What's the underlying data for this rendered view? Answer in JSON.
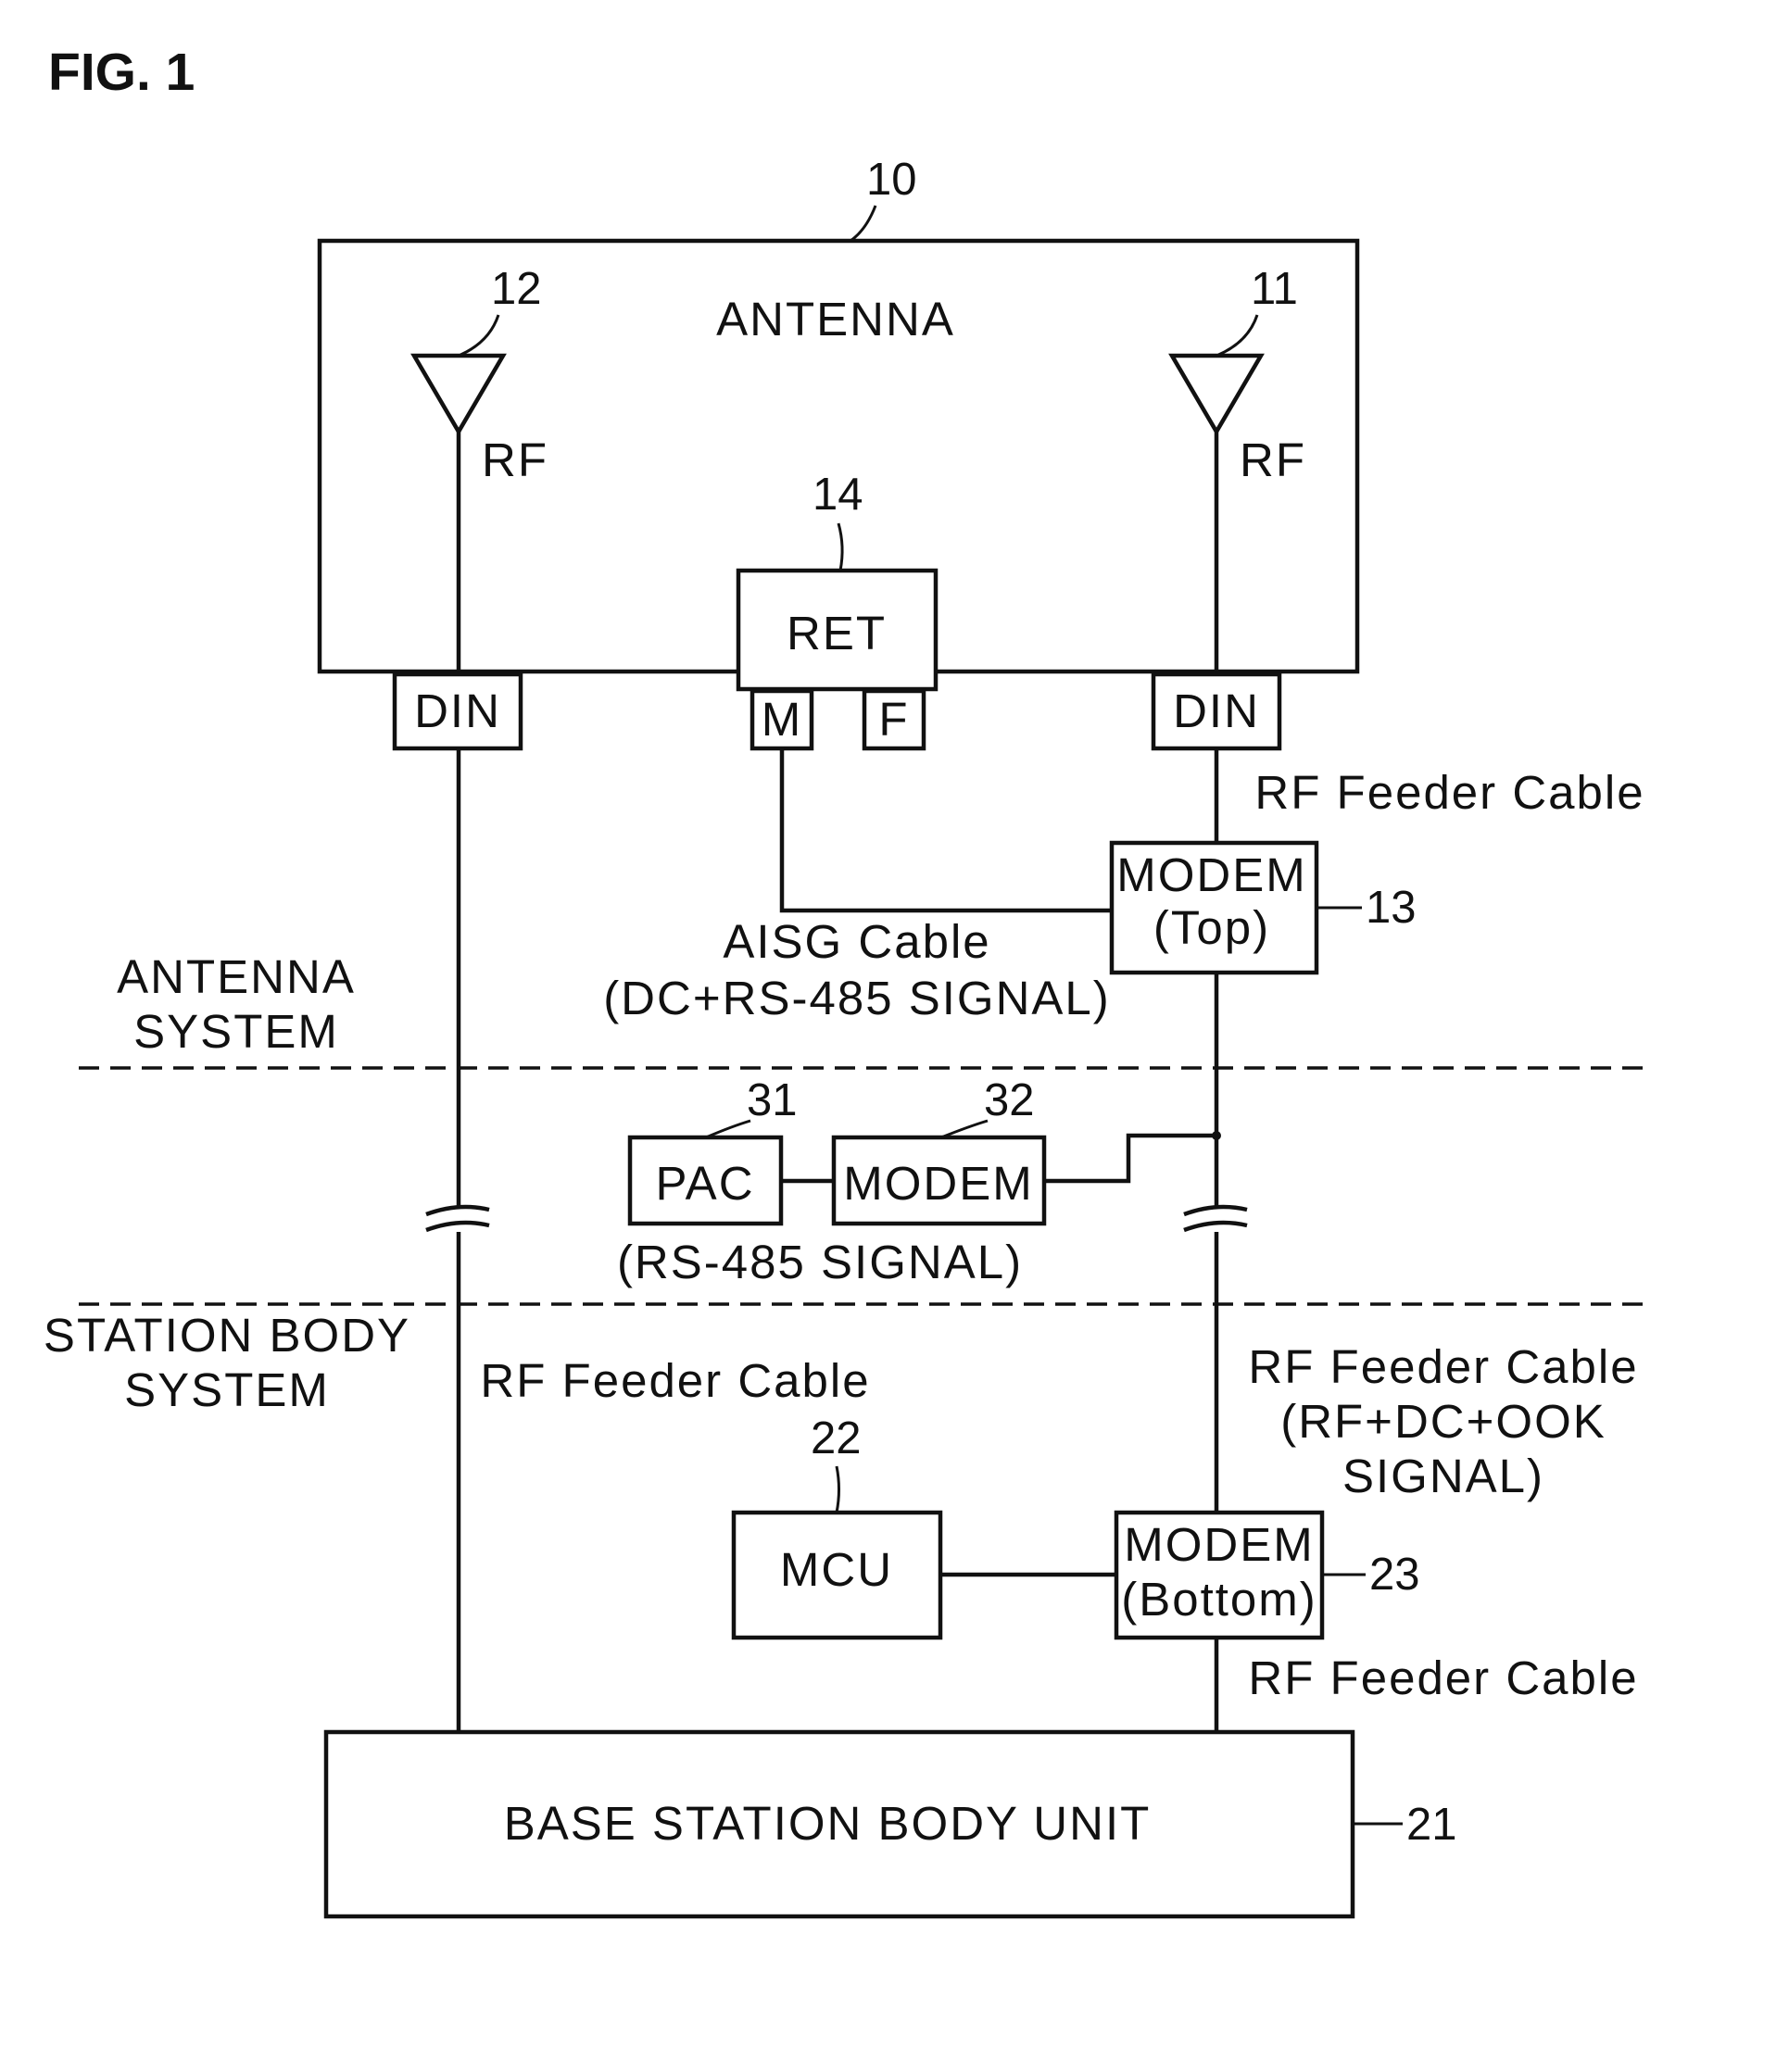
{
  "figure": {
    "title": "FIG. 1"
  },
  "sections": {
    "upper": "ANTENNA\nSYSTEM",
    "lower": "STATION BODY\nSYSTEM"
  },
  "antenna": {
    "ref": "10",
    "label": "ANTENNA",
    "element_left": {
      "ref": "12",
      "label": "RF"
    },
    "element_right": {
      "ref": "11",
      "label": "RF"
    },
    "ret": {
      "ref": "14",
      "label": "RET",
      "port_m": "M",
      "port_f": "F"
    },
    "din_left": "DIN",
    "din_right": "DIN"
  },
  "modem_top": {
    "ref": "13",
    "label": "MODEM\n(Top)"
  },
  "cables": {
    "feeder_top_right": "RF Feeder Cable",
    "aisg": "AISG Cable\n(DC+RS-485 SIGNAL)",
    "rs485": "(RS-485 SIGNAL)",
    "feeder_left": "RF Feeder Cable",
    "feeder_mid_right": "RF Feeder Cable\n(RF+DC+OOK\nSIGNAL)",
    "feeder_bottom_right": "RF Feeder Cable"
  },
  "pac": {
    "ref": "31",
    "label": "PAC"
  },
  "modem_mid": {
    "ref": "32",
    "label": "MODEM"
  },
  "mcu": {
    "ref": "22",
    "label": "MCU"
  },
  "modem_bottom": {
    "ref": "23",
    "label": "MODEM\n(Bottom)"
  },
  "base_station": {
    "ref": "21",
    "label": "BASE STATION BODY UNIT"
  }
}
